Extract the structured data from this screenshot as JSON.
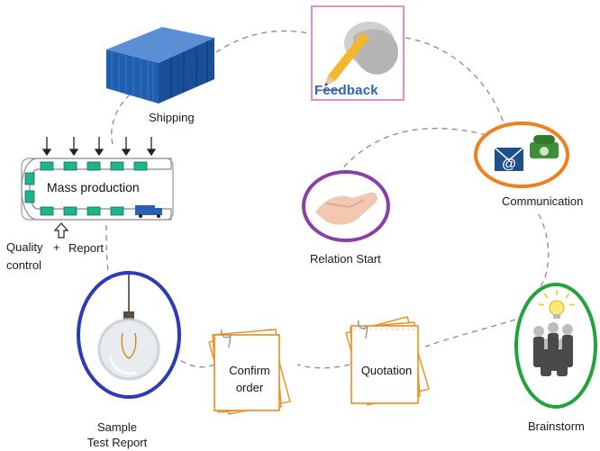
{
  "labels": {
    "shipping": "Shipping",
    "feedback": "Feedback",
    "communication": "Communication",
    "relation_start": "Relation Start",
    "mass_production": "Mass production",
    "quality_control_line1": "Quality",
    "quality_control_line2": "control",
    "plus": "+",
    "report": "Report",
    "brainstorm": "Brainstorm",
    "quotation": "Quotation",
    "confirm_order_line1": "Confirm",
    "confirm_order_line2": "order",
    "sample_line1": "Sample",
    "sample_line2": "Test Report"
  },
  "icons": {
    "shipping": "shipping-container-icon",
    "feedback": "pencil-hand-icon",
    "communication": "email-phone-icon",
    "relation_start": "handshake-icon",
    "mass_production": "production-line-icon",
    "brainstorm": "people-lightbulb-icon",
    "quotation": "document-stack-icon",
    "confirm_order": "document-stack-icon",
    "sample": "pendant-lamp-icon"
  },
  "colors": {
    "connector": "#8a8a8a",
    "communication_ring": "#f07f1e",
    "relation_ring": "#8b3fa6",
    "brainstorm_ring": "#1fa33a",
    "sample_ring": "#2d3bb5",
    "feedback_frame": "#e58cc0",
    "document_border": "#f08a1c",
    "container_blue": "#1f5fae",
    "line_green": "#1fb58c"
  }
}
